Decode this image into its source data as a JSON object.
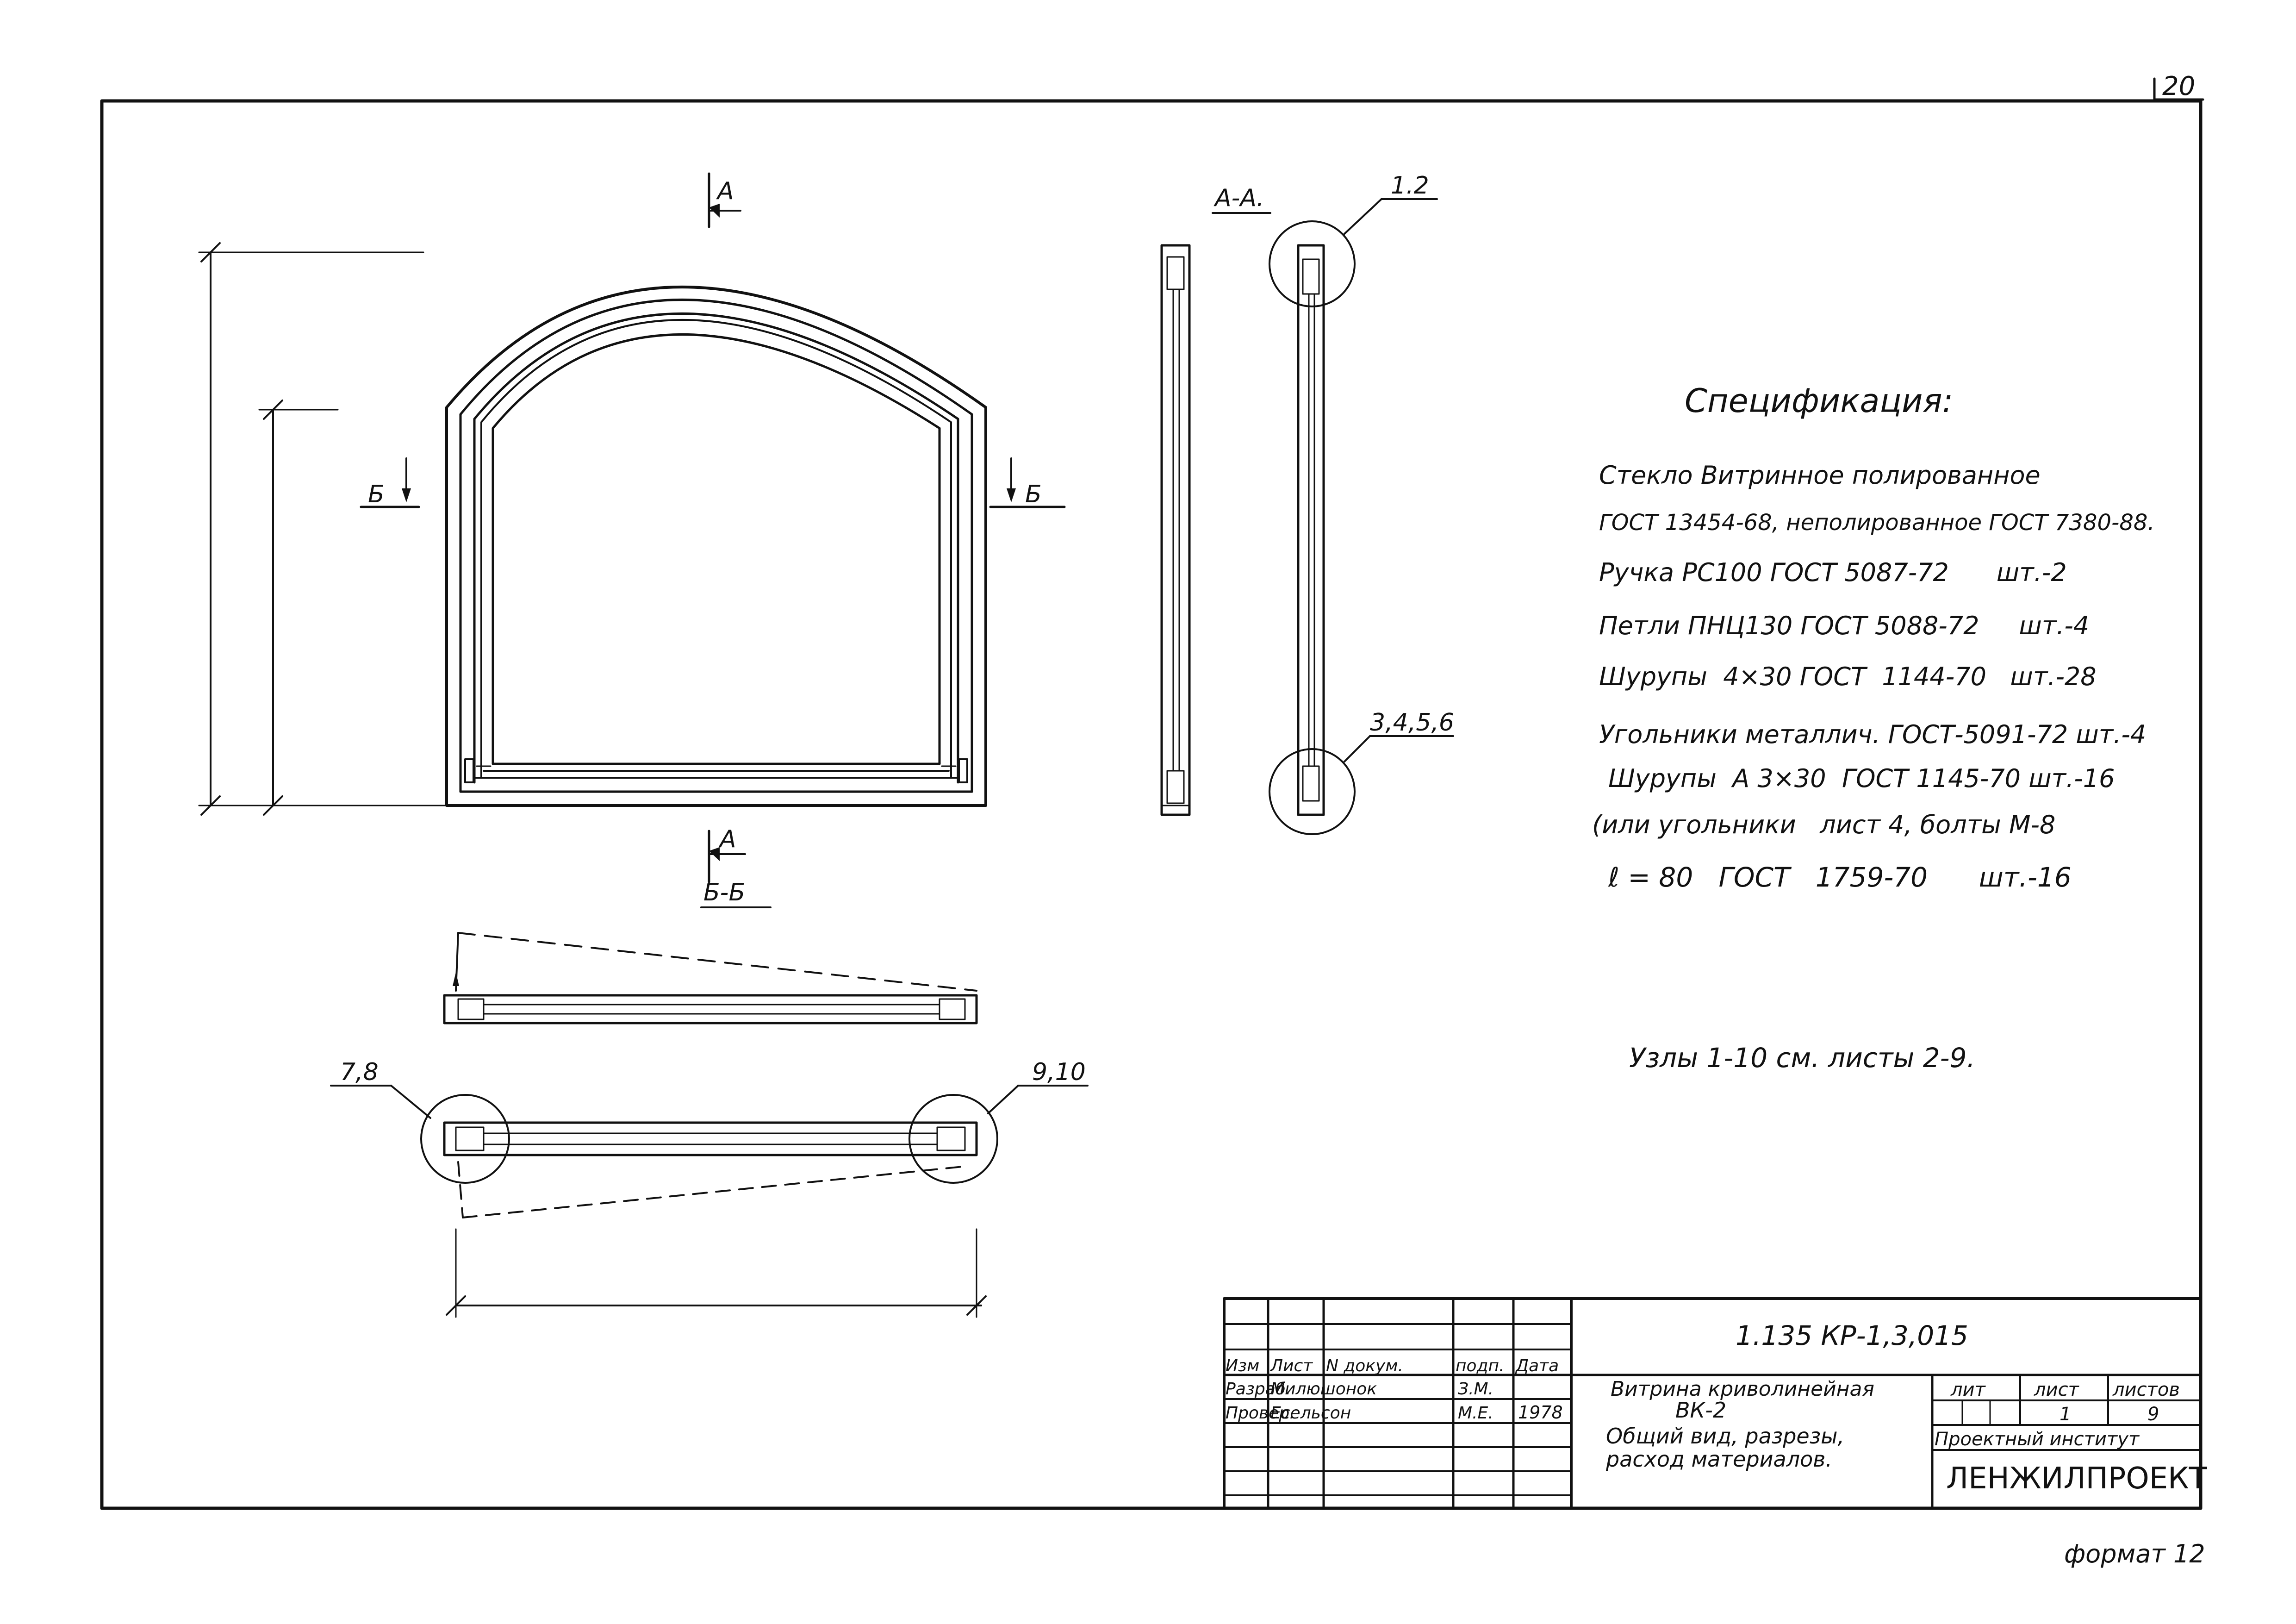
{
  "sheet": {
    "page_number": "20",
    "format_label": "формат 12"
  },
  "views": {
    "section_a_mark": "А",
    "section_b_mark": "Б",
    "section_aa_title": "А-А.",
    "section_bb_title": "Б-Б",
    "callout_1_2": "1.2",
    "callout_3_6": "3,4,5,6",
    "callout_7_8": "7,8",
    "callout_9_10": "9,10"
  },
  "specification": {
    "title": "Спецификация:",
    "lines": [
      "Стекло Витринное полированное",
      "ГОСТ 13454-68, неполированное ГОСТ 7380-88.",
      "Ручка РС100 ГОСТ 5087-72      шт.-2",
      "Петли ПНЦ130 ГОСТ 5088-72     шт.-4",
      "Шурупы  4×30 ГОСТ  1144-70   шт.-28",
      "Угольники металлич. ГОСТ-5091-72 шт.-4",
      "Шурупы  А 3×30  ГОСТ 1145-70 шт.-16",
      "(или угольники   лист 4, болты М-8",
      "ℓ = 80   ГОСТ   1759-70      шт.-16"
    ],
    "nodes_note": "Узлы 1-10  см. листы 2-9."
  },
  "title_block": {
    "doc_code": "1.135 КР-1,3,015",
    "header_cols": [
      "Изм",
      "Лист",
      "N докум.",
      "подп.",
      "Дата"
    ],
    "rows": [
      {
        "role": "Разраб.",
        "name": "Милюшонок",
        "sign": "З.М.",
        "date": ""
      },
      {
        "role": "Провер.",
        "name": "Есельсон",
        "sign": "М.Е.",
        "date": "1978"
      }
    ],
    "title_lines": [
      "Витрина криволинейная",
      "ВК-2",
      "Общий вид, разрезы,",
      "расход материалов."
    ],
    "lit_label": "лит",
    "sheet_label": "лист",
    "sheets_label": "листов",
    "sheet_value": "1",
    "sheets_value": "9",
    "institute_label": "Проектный институт",
    "organization": "ЛЕНЖИЛПРОЕКТ"
  }
}
